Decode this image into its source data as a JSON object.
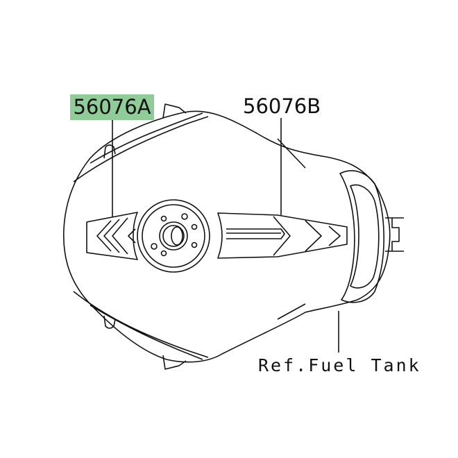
{
  "diagram": {
    "parts": [
      {
        "part_number": "56076A",
        "highlighted": true
      },
      {
        "part_number": "56076B",
        "highlighted": false
      }
    ],
    "reference_label": "Ref.Fuel Tank",
    "highlight_color": "#8fcc98",
    "line_color": "#111111"
  }
}
